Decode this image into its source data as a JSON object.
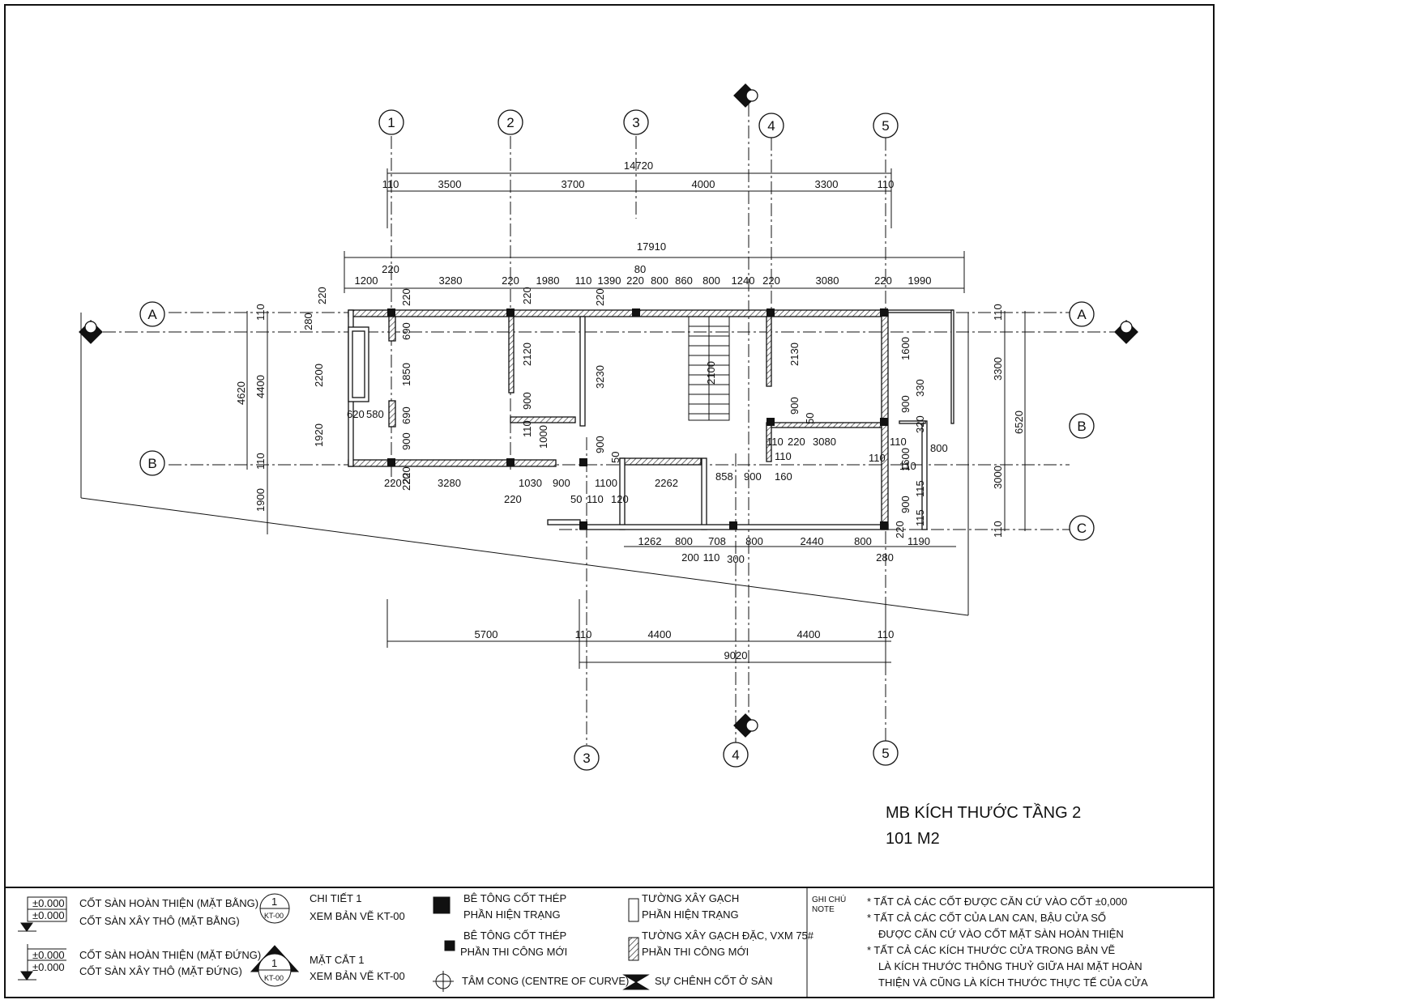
{
  "title": {
    "line1": "MB KÍCH THƯỚC TẦNG 2",
    "line2": "101 M2"
  },
  "grid_labels": {
    "col1": "1",
    "col2": "2",
    "col3": "3",
    "col4": "4",
    "col5": "5",
    "rowA": "A",
    "rowB": "B",
    "rowC": "C",
    "section_mark": "1"
  },
  "dims_top": {
    "overall_cols": "14720",
    "d110a": "110",
    "d3500": "3500",
    "d3700": "3700",
    "d4000": "4000",
    "d3300": "3300",
    "d110b": "110",
    "overall_building": "17910",
    "t1200": "1200",
    "t220a": "220",
    "t3280": "3280",
    "t220b": "220",
    "t1980": "1980",
    "t110": "110",
    "t1390": "1390",
    "t80": "80",
    "t220c": "220",
    "t800a": "800",
    "t860": "860",
    "t800b": "800",
    "t1240": "1240",
    "t220d": "220",
    "t3080": "3080",
    "t220e": "220",
    "t1990": "1990"
  },
  "dims_interior": {
    "v220a": "220",
    "v220b": "220",
    "v220c": "220",
    "v220d": "220",
    "v280": "280",
    "v2200": "2200",
    "v1920": "1920",
    "v690a": "690",
    "v1850": "1850",
    "v690b": "690",
    "v900a": "900",
    "h620": "620",
    "h580": "580",
    "v2120": "2120",
    "v900b": "900",
    "v110a": "110",
    "v1000": "1000",
    "v3230": "3230",
    "v900c": "900",
    "v50a": "50",
    "v2100": "2100",
    "v2130": "2130",
    "v900d": "900",
    "v50b": "50",
    "v1600a": "1600",
    "v330": "330",
    "v900e": "900",
    "v320": "320",
    "v1600b": "1600",
    "v115a": "115",
    "v900f": "900",
    "v115b": "115",
    "v221": "220",
    "h3080": "3080",
    "h110a": "110",
    "h110b": "110",
    "h110c": "110",
    "h220": "220",
    "h110d": "110",
    "h800": "800",
    "b220a": "220",
    "b220b": "220",
    "b3280": "3280",
    "b220c": "220",
    "b1030": "1030",
    "b900a": "900",
    "b50": "50",
    "b110": "110",
    "b1100": "1100",
    "b120": "120",
    "b2262": "2262",
    "b858": "858",
    "b900b": "900",
    "b160": "160",
    "b220d": "220"
  },
  "dims_left": {
    "l4620": "4620",
    "l4400": "4400",
    "l110a": "110",
    "l110b": "110",
    "l1900": "1900"
  },
  "dims_right": {
    "r110a": "110",
    "r3300": "3300",
    "r6520": "6520",
    "r3000": "3000",
    "r110b": "110"
  },
  "dims_bottom": {
    "c1262": "1262",
    "c800a": "800",
    "c708": "708",
    "c800b": "800",
    "c2440": "2440",
    "c800c": "800",
    "c1190": "1190",
    "c200": "200",
    "c110": "110",
    "c300": "300",
    "c280": "280",
    "g5700": "5700",
    "g110a": "110",
    "g4400a": "4400",
    "g4400b": "4400",
    "g110b": "110",
    "g9020": "9020"
  },
  "legend": {
    "lvl_a": "±0.000",
    "lvl_b": "±0.000",
    "lvl_c": "±0.000",
    "lvl_d": "±0.000",
    "row1": "CỐT SÀN HOÀN THIỆN  (MẶT BẰNG)",
    "row2": "CỐT SÀN XÂY THÔ (MẶT BẰNG)",
    "row3": "CỐT SÀN HOÀN THIỆN  (MẶT ĐỨNG)",
    "row4": "CỐT SÀN XÂY THÔ (MẶT ĐỨNG)",
    "detail_num": "1",
    "detail_ref": "KT-00",
    "detail1": "CHI TIẾT 1",
    "detail2": "XEM BẢN VẼ KT-00",
    "section_num": "1",
    "section_ref": "KT-00",
    "section1": "MẶT CẮT 1",
    "section2": "XEM BẢN VẼ KT-00",
    "conc1a": "BÊ TÔNG CỐT THÉP",
    "conc1b": "PHẦN HIỆN TRẠNG",
    "conc2a": "BÊ TÔNG CỐT THÉP",
    "conc2b": "PHẦN THI CÔNG MỚI",
    "centre": "TÂM CONG (CENTRE OF CURVE)",
    "wall1a": "TƯỜNG XÂY GẠCH",
    "wall1b": "PHẦN HIỆN TRẠNG",
    "wall2a": "TƯỜNG XÂY GẠCH ĐẶC, VXM 75#",
    "wall2b": "PHẦN THI CÔNG MỚI",
    "level_diff": "SỰ CHÊNH CỐT Ở SÀN",
    "note_vn": "GHI CHÚ",
    "note_en": "NOTE",
    "note1": "* TẤT CẢ CÁC CỐT ĐƯỢC CĂN CỨ VÀO CỐT ±0,000",
    "note2": "* TẤT CẢ CÁC CỐT CỦA LAN CAN, BẬU CỬA SỔ",
    "note3": "ĐƯỢC CĂN CỨ VÀO CỐT MẶT SÀN HOÀN THIỆN",
    "note4": "* TẤT CẢ CÁC KÍCH THƯỚC CỬA TRONG BẢN VẼ",
    "note5": "LÀ KÍCH THƯỚC THÔNG THUỶ GIỮA HAI MẶT HOÀN",
    "note6": "THIỆN VÀ CŨNG LÀ KÍCH THƯỚC THỰC TẾ CỦA CỬA"
  },
  "colors": {
    "line": "#111111",
    "hatch": "#444444",
    "paper": "#ffffff"
  }
}
